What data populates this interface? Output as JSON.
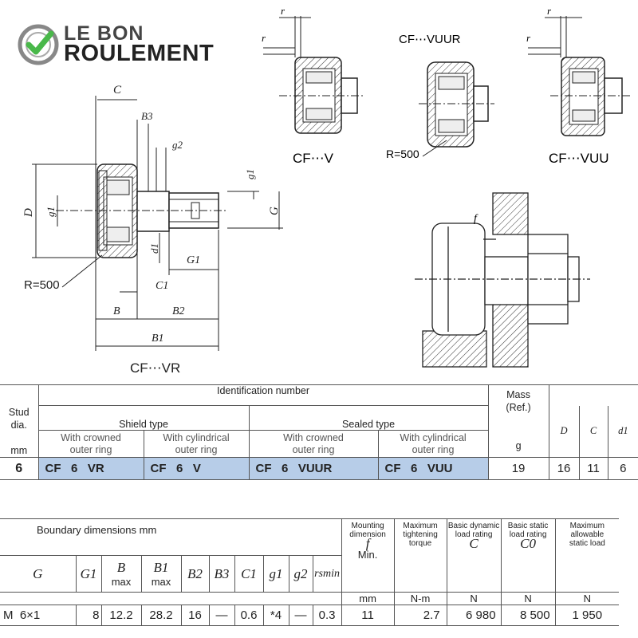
{
  "logo": {
    "line1": "LE BON",
    "line2": "ROULEMENT"
  },
  "drawings": {
    "main_caption": "CF⋯VR",
    "v_caption": "CF⋯V",
    "vuur_caption": "CF⋯VUUR",
    "vuu_caption": "CF⋯VUU",
    "radius_main": "R=500",
    "radius_vuur": "R=500",
    "labels": {
      "C": "C",
      "B3": "B3",
      "g2": "g2",
      "g1": "g1",
      "D": "D",
      "G": "G",
      "d1": "d1",
      "G1": "G1",
      "C1": "C1",
      "B": "B",
      "B2": "B2",
      "B1": "B1",
      "r": "r",
      "f": "f"
    }
  },
  "table1": {
    "stud_dia_header": "Stud\ndia.",
    "stud_unit": "mm",
    "identification": "Identification number",
    "shield_type": "Shield type",
    "sealed_type": "Sealed type",
    "crowned": "With crowned\nouter ring",
    "cylindrical": "With cylindrical\nouter ring",
    "mass_header": "Mass\n(Ref.)",
    "mass_unit": "g",
    "col_D": "D",
    "col_C": "C",
    "col_d1": "d1",
    "row": {
      "stud": "6",
      "shield_crowned": "CF   6   VR",
      "shield_cyl": "CF   6   V",
      "sealed_crowned": "CF   6   VUUR",
      "sealed_cyl": "CF   6   VUU",
      "mass": "19",
      "D": "16",
      "C": "11",
      "d1": "6"
    }
  },
  "table2": {
    "boundary": "Boundary dimensions   mm",
    "headers": {
      "G": "G",
      "G1": "G1",
      "B": "B",
      "B_max": "max",
      "B1": "B1",
      "B1_max": "max",
      "B2": "B2",
      "B3": "B3",
      "C1": "C1",
      "g1": "g1",
      "g2": "g2",
      "rsmin": "rsmin",
      "mounting": "Mounting\ndimension",
      "mounting_f": "f",
      "mounting_min": "Min.",
      "mounting_unit": "mm",
      "torque": "Maximum\ntightening\ntorque",
      "torque_unit": "N-m",
      "dynamic": "Basic dynamic\nload rating",
      "dynamic_sym": "C",
      "dynamic_unit": "N",
      "static": "Basic static\nload rating",
      "static_sym": "C0",
      "static_unit": "N",
      "allow": "Maximum\nallowable\nstatic load",
      "allow_unit": "N"
    },
    "row": {
      "G": "M  6×1",
      "G1": "8",
      "B": "12.2",
      "B1": "28.2",
      "B2": "16",
      "B3": "—",
      "C1": "0.6",
      "g1": "*4",
      "g2": "—",
      "rsmin": "0.3",
      "f": "11",
      "torque": "2.7",
      "C": "6 980",
      "C0": "8 500",
      "allow": "1 950"
    }
  }
}
